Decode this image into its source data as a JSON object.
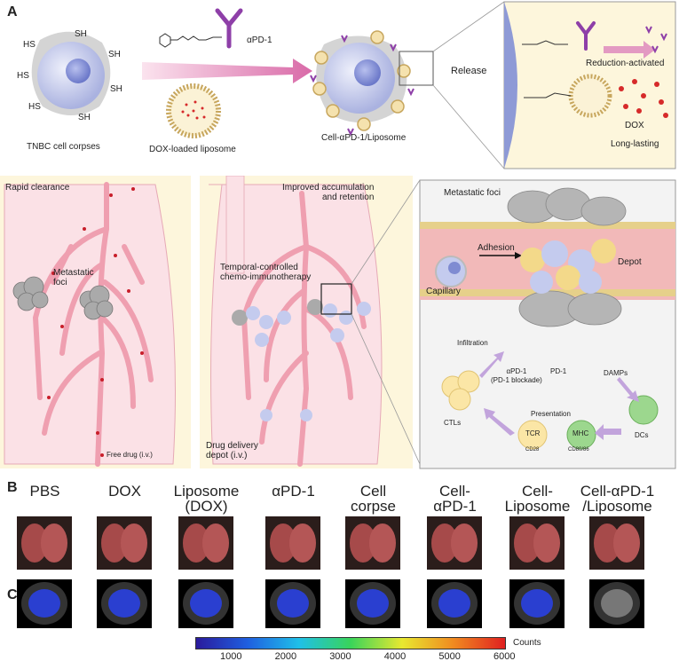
{
  "panels": {
    "a": "A",
    "b": "B",
    "c": "C"
  },
  "top": {
    "tnbc_label": "TNBC cell corpses",
    "sh": "SH",
    "hs": "HS",
    "apd1_label": "αPD-1",
    "liposome_label": "DOX-loaded liposome",
    "cell_label": "Cell-αPD-1/Liposome",
    "release": "Release",
    "reduction": "Reduction-activated",
    "dox": "DOX",
    "long_lasting": "Long-lasting"
  },
  "lungs": {
    "rapid_clearance": "Rapid clearance",
    "metastatic_foci": "Metastatic\nfoci",
    "free_drug": "Free drug (i.v.)",
    "improved": "Improved accumulation\nand retention",
    "temporal": "Temporal-controlled\nchemo-immunotherapy",
    "depot_iv": "Drug delivery\ndepot (i.v.)"
  },
  "detail": {
    "metastatic_foci": "Metastatic foci",
    "adhesion": "Adhesion",
    "depot": "Depot",
    "capillary": "Capillary",
    "infiltration": "Infiltration",
    "apd1": "αPD-1\n(PD-1 blockade)",
    "pd1": "PD-1",
    "damps": "DAMPs",
    "ctls": "CTLs",
    "presentation": "Presentation",
    "tcr": "TCR",
    "cd28": "CD28",
    "mhc": "MHC",
    "cd8086": "CD80/86",
    "dcs": "DCs"
  },
  "groups": [
    "PBS",
    "DOX",
    "Liposome\n(DOX)",
    "αPD-1",
    "Cell\ncorpse",
    "Cell-\nαPD-1",
    "Cell-\nLiposome",
    "Cell-αPD-1\n/Liposome"
  ],
  "colorbar": {
    "ticks": [
      "1000",
      "2000",
      "3000",
      "4000",
      "5000",
      "6000"
    ],
    "label": "Counts",
    "colors": [
      "#2a1a9c",
      "#1f5fe0",
      "#1fc0e8",
      "#39d45a",
      "#e8e830",
      "#f08a20",
      "#e02020"
    ]
  }
}
